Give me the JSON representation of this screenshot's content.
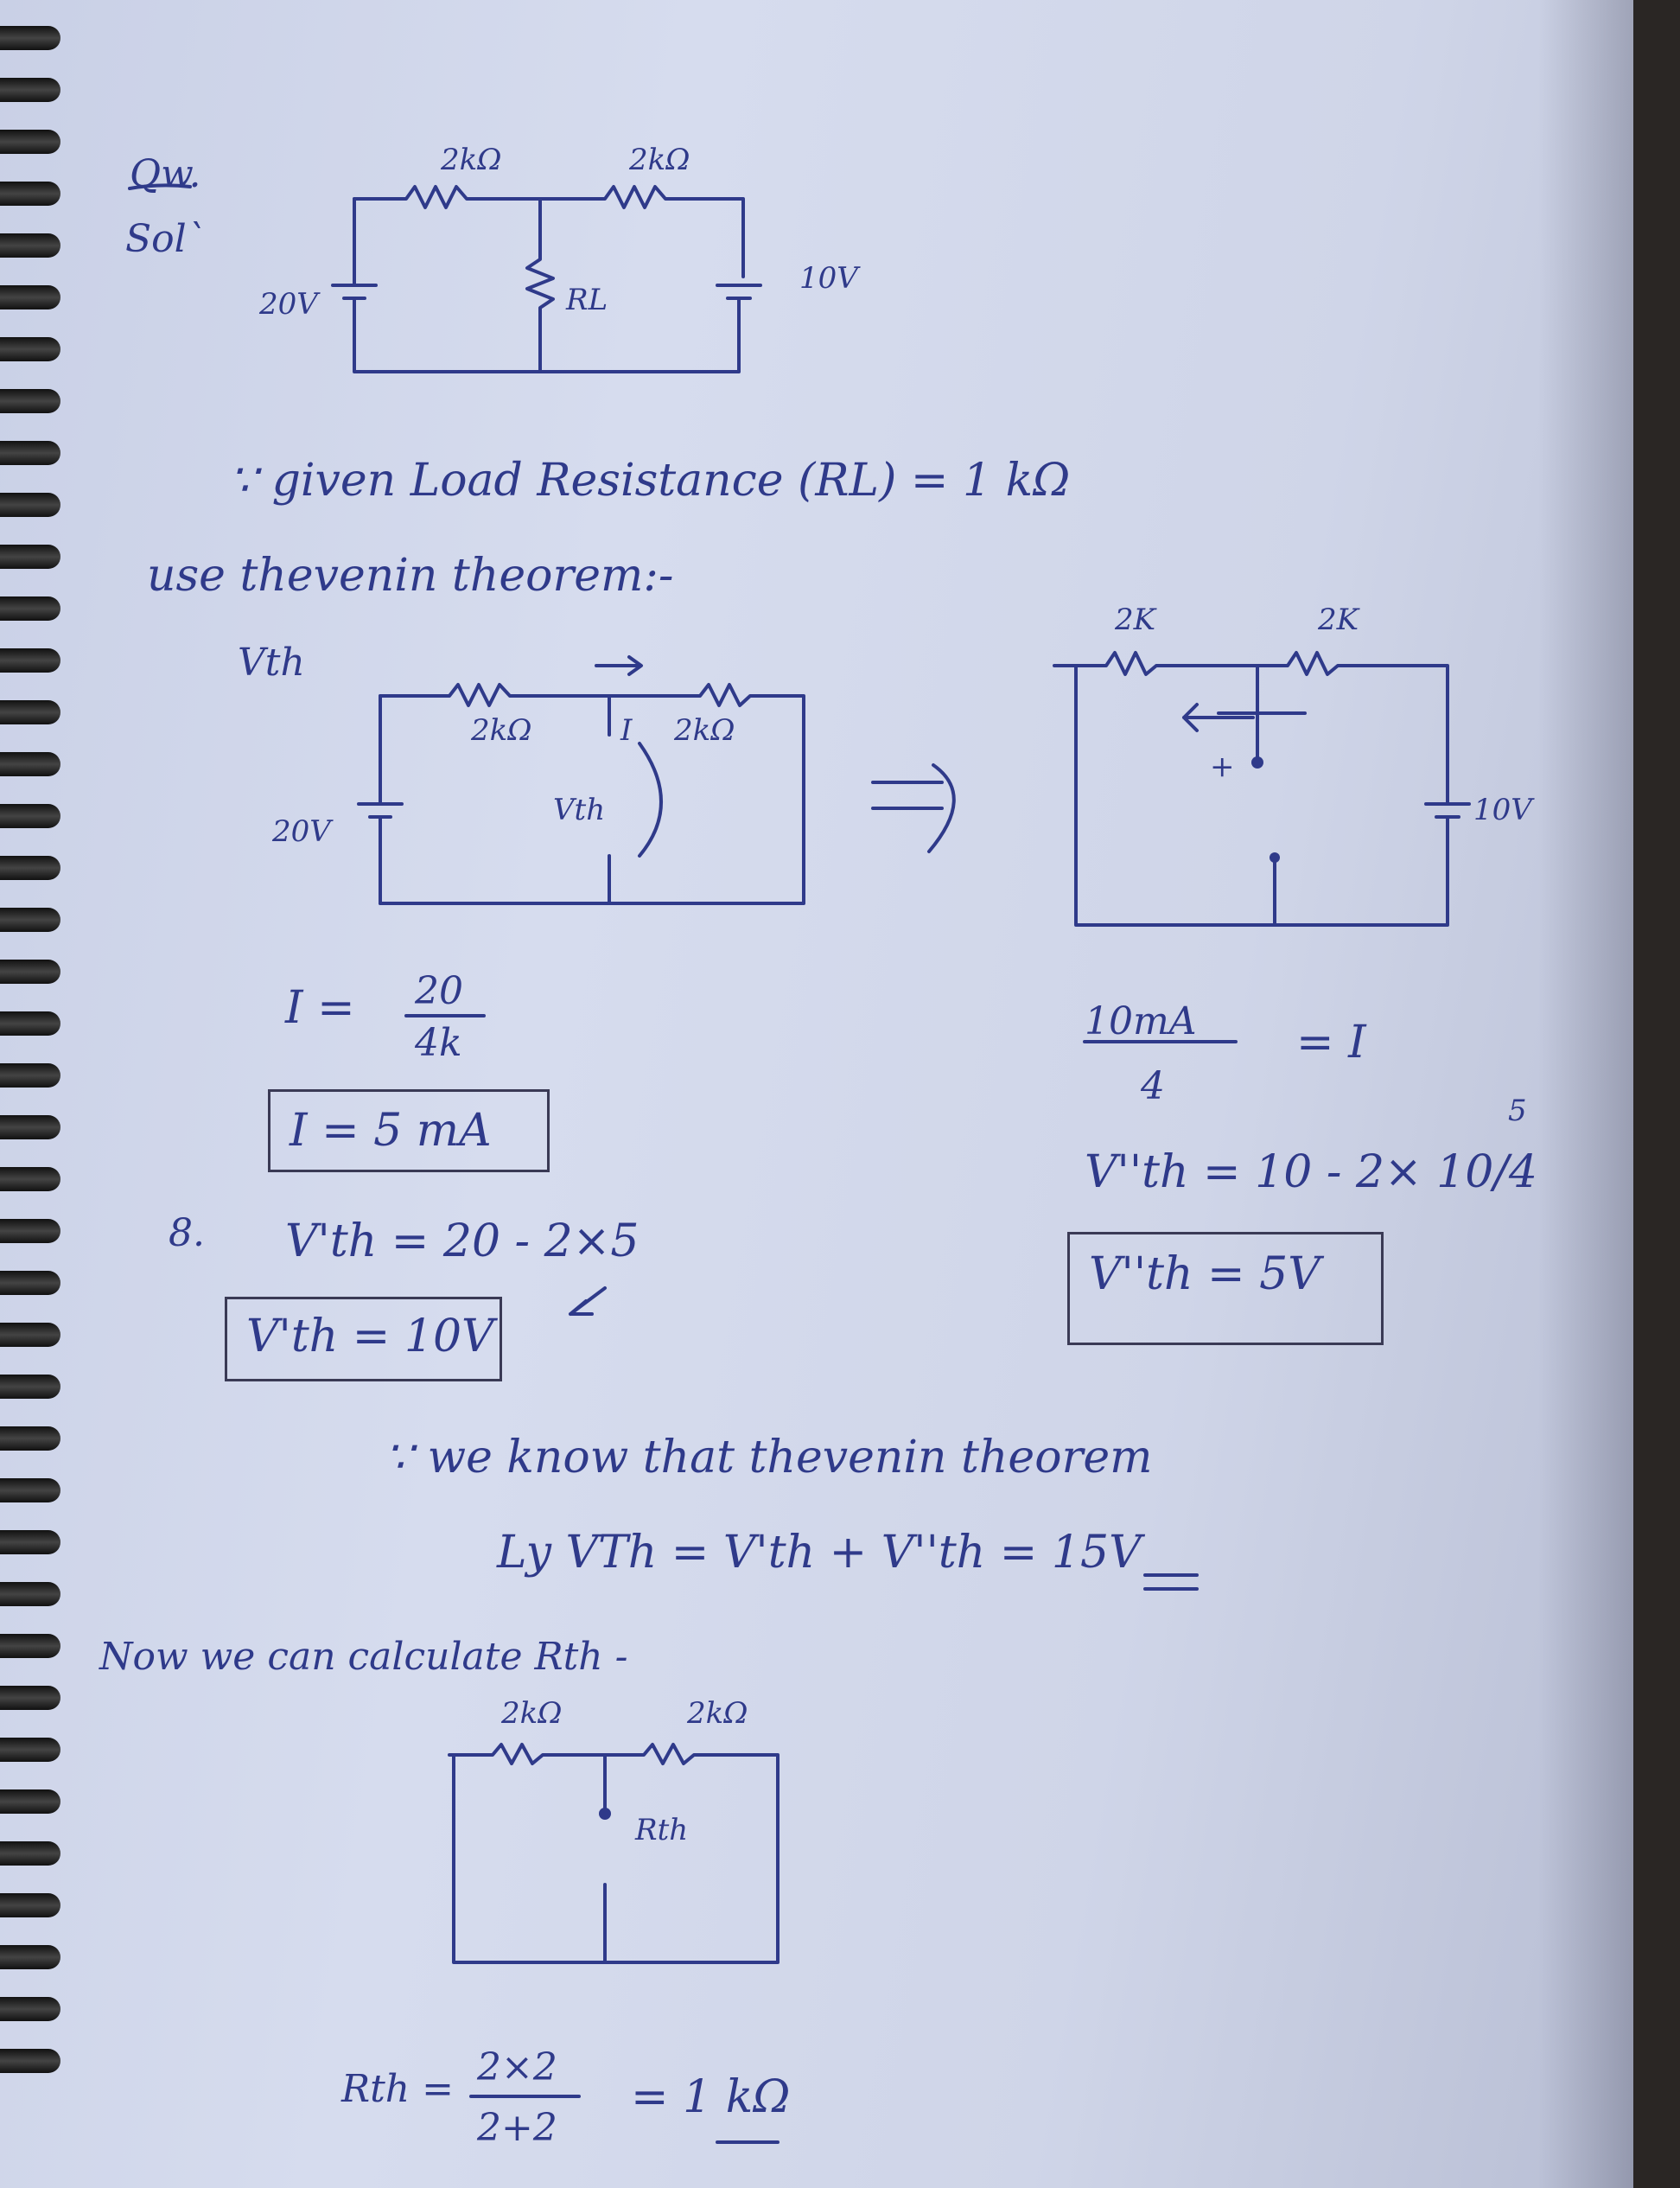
{
  "header": {
    "question": "Qw.",
    "solution": "Sol`"
  },
  "circuit1": {
    "r1": "2kΩ",
    "r2": "2kΩ",
    "v_left": "20V",
    "v_right": "10V",
    "rl": "RL"
  },
  "given": "∵ given Load Resistance (RL) = 1 kΩ",
  "use": "use thevenin theorem:-",
  "circuit2": {
    "title": "Vth",
    "r1": "2kΩ",
    "r2": "2kΩ",
    "current": "I",
    "vth": "Vth",
    "v_left": "20V"
  },
  "circuit3": {
    "r1": "2K",
    "r2": "2K",
    "v_right": "10V",
    "plus": "+"
  },
  "calc_left": {
    "i_lhs": "I =",
    "i_num": "20",
    "i_den": "4k",
    "i_result": "I = 5 mA",
    "step": "8.",
    "vth1_eq": "V'th = 20 - 2×5",
    "vth1_result": "V'th = 10V"
  },
  "calc_right": {
    "num": "10mA",
    "den": "4",
    "rhs": "= I",
    "vth2_eq": "V''th = 10 - 2× 10/4",
    "five": "5",
    "vth2_result": "V''th = 5V"
  },
  "thevenin_note": "∵ we know that thevenin theorem",
  "thevenin_eq": "Ly  VTh = V'th + V''th = 15V",
  "rth_intro": "Now we can calculate Rth -",
  "circuit4": {
    "r1": "2kΩ",
    "r2": "2kΩ",
    "rth": "Rth"
  },
  "rth_calc": {
    "lhs": "Rth =",
    "num": "2×2",
    "den": "2+2",
    "result": "= 1 kΩ"
  }
}
